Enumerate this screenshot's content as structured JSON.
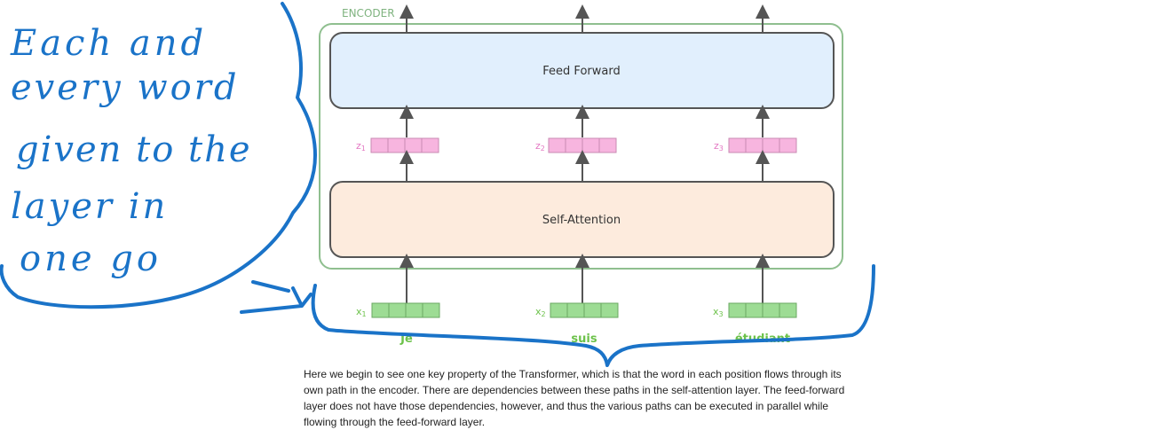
{
  "diagram": {
    "encoder_label": "ENCODER",
    "feed_forward_label": "Feed Forward",
    "self_attention_label": "Self-Attention",
    "z_labels": [
      "z",
      "z",
      "z"
    ],
    "z_subs": [
      "1",
      "2",
      "3"
    ],
    "x_labels": [
      "x",
      "x",
      "x"
    ],
    "x_subs": [
      "1",
      "2",
      "3"
    ],
    "words": [
      "Je",
      "suis",
      "étudiant"
    ]
  },
  "handwriting": {
    "note": "Each and every word given to the layer in one go"
  },
  "caption": {
    "lines": [
      "Here we begin to see one key property of the Transformer, which is that the word in each position flows through its",
      "own path in the encoder. There are dependencies between these paths in the self-attention layer. The feed-forward",
      "layer does not have those dependencies, however, and thus the various paths can be executed in parallel while",
      "flowing through the feed-forward layer."
    ]
  },
  "colors": {
    "encoder_border": "#8fbf8f",
    "encoder_label": "#7fb37f",
    "feed_forward_fill": "#e1effd",
    "self_attention_fill": "#fdebdd",
    "z_vector": "#f7b5df",
    "x_vector": "#9ddc94",
    "word_text": "#6cc24a",
    "ink": "#1a73c8"
  }
}
